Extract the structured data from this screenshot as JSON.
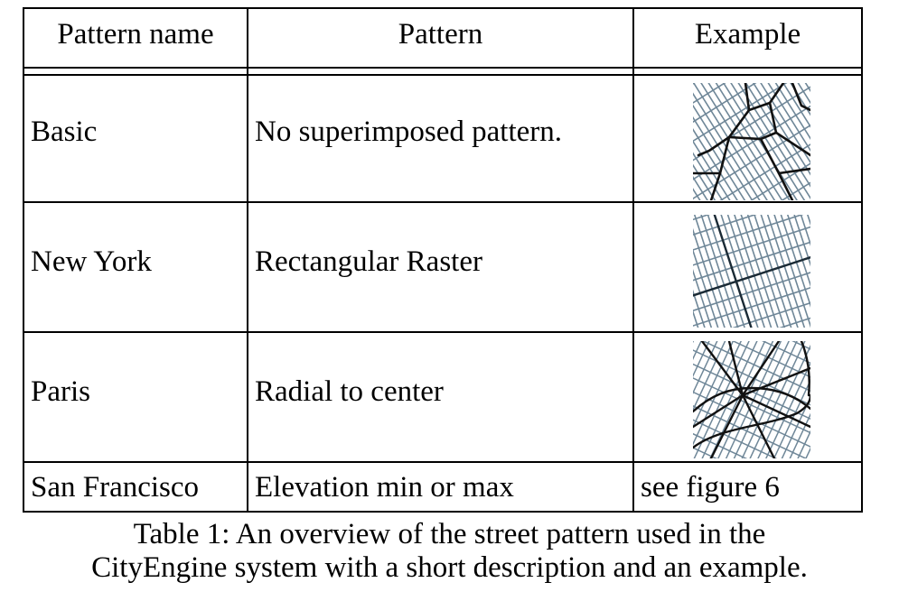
{
  "table": {
    "headers": [
      "Pattern name",
      "Pattern",
      "Example"
    ],
    "rows": [
      {
        "name": "Basic",
        "pattern": "No superimposed pattern.",
        "example": "",
        "example_icon": "basic-street-pattern-thumbnail"
      },
      {
        "name": "New York",
        "pattern": "Rectangular Raster",
        "example": "",
        "example_icon": "raster-street-pattern-thumbnail"
      },
      {
        "name": "Paris",
        "pattern": "Radial to center",
        "example": "",
        "example_icon": "radial-street-pattern-thumbnail"
      },
      {
        "name": "San Francisco",
        "pattern": "Elevation min or max",
        "example": "see figure 6"
      }
    ]
  },
  "caption": {
    "line1": "Table 1:  An overview of the street pattern used in the",
    "line2": "CityEngine system with a short description and an example."
  },
  "colors": {
    "street_minor": "#6f8798",
    "street_major": "#111111"
  }
}
